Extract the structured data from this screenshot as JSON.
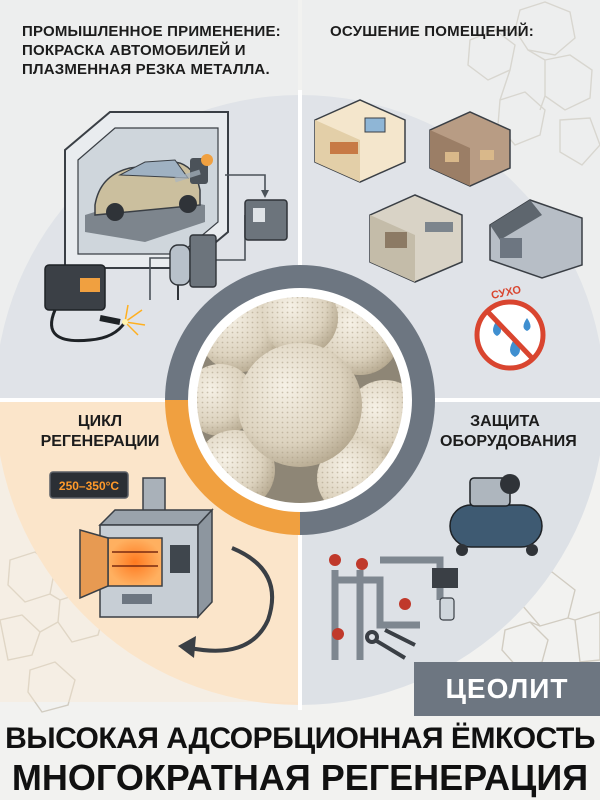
{
  "quadrants": {
    "industrial": {
      "line1": "ПРОМЫШЛЕННОЕ ПРИМЕНЕНИЕ:",
      "line2": "ПОКРАСКА АВТОМОБИЛЕЙ И",
      "line3": "ПЛАЗМЕННАЯ РЕЗКА МЕТАЛЛА."
    },
    "dehumidification": {
      "line1": "ОСУШЕНИЕ ПОМЕЩЕНИЙ:"
    },
    "regeneration": {
      "line1": "ЦИКЛ",
      "line2": "РЕГЕНЕРАЦИИ",
      "temperature": "250–350°C"
    },
    "protection": {
      "line1": "ЗАЩИТА",
      "line2": "ОБОРУДОВАНИЯ"
    }
  },
  "dry_sign": {
    "label": "СУХО"
  },
  "product_badge": "ЦЕОЛИТ",
  "headline": {
    "line1": "ВЫСОКАЯ АДСОРБЦИОННАЯ ЁМКОСТЬ",
    "line2": "МНОГОКРАТНАЯ РЕГЕНЕРАЦИЯ"
  },
  "colors": {
    "accent_orange": "#f0a040",
    "slate": "#6d7681",
    "ring_light": "#d9dde2",
    "dry_sign_red": "#d9452f"
  }
}
